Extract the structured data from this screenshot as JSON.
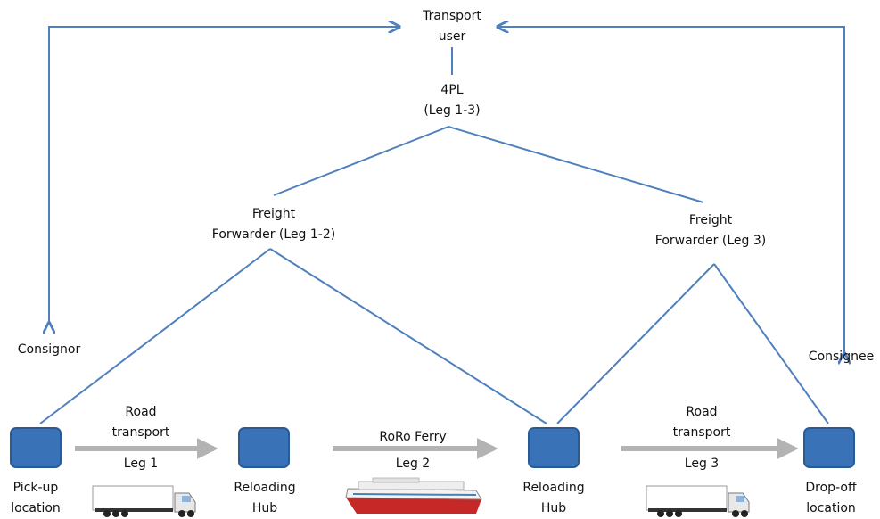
{
  "colors": {
    "line": "#4f80bd",
    "node_fill": "#3a72b8",
    "node_border": "#2a5a96",
    "flow_arrow": "#b3b3b3",
    "text": "#111111"
  },
  "nodes": {
    "transport_user": [
      "Transport",
      "user"
    ],
    "fourpl": [
      "4PL",
      "(Leg 1-3)"
    ],
    "ff_left": [
      "Freight",
      "Forwarder (Leg 1-2)"
    ],
    "ff_right": [
      "Freight",
      "Forwarder (Leg 3)"
    ],
    "consignor": "Consignor",
    "consignee": "Consignee"
  },
  "locations": {
    "pickup": [
      "Pick-up",
      "location"
    ],
    "hub1": [
      "Reloading",
      "Hub"
    ],
    "hub2": [
      "Reloading",
      "Hub"
    ],
    "dropoff": [
      "Drop-off",
      "location"
    ]
  },
  "legs": {
    "leg1": {
      "mode": [
        "Road",
        "transport"
      ],
      "leg": "Leg 1",
      "vehicle_icon": "truck-icon"
    },
    "leg2": {
      "mode": [
        "RoRo Ferry"
      ],
      "leg": "Leg 2",
      "vehicle_icon": "ferry-icon"
    },
    "leg3": {
      "mode": [
        "Road",
        "transport"
      ],
      "leg": "Leg 3",
      "vehicle_icon": "truck-icon"
    }
  }
}
